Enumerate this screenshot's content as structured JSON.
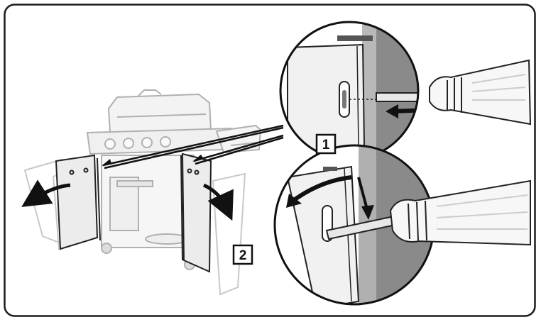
{
  "figure": {
    "callouts": [
      {
        "id": "step-1",
        "label": "1"
      },
      {
        "id": "step-2",
        "label": "2"
      }
    ],
    "colors": {
      "frame": "#1a1a1a",
      "line": "#222222",
      "grill_gray": "#b5b5b5",
      "door_fill": "#e9e9e9",
      "dark_panel": "#8a8a8a",
      "arrow": "#111111"
    },
    "icons": [
      "grill-icon",
      "screwdriver-icon",
      "arrow-icon",
      "magnifier-callout-icon"
    ]
  }
}
